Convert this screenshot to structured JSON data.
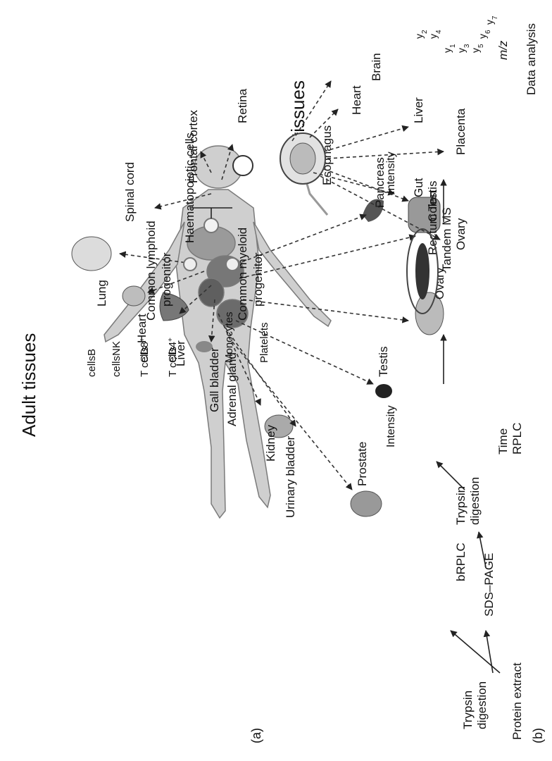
{
  "adult": {
    "title": "Adult tissues",
    "panel_label": "(a)",
    "tissues": {
      "lung": "Lung",
      "spinal_cord": "Spinal cord",
      "heart": "Heart",
      "liver": "Liver",
      "frontal_cortex": "Frontal cortex",
      "retina": "Retina",
      "esophagus": "Esophagus",
      "pancreas": "Pancreas",
      "colon": "Colon",
      "rectum": "Rectum",
      "ovary": "Ovary",
      "testis": "Testis",
      "prostate": "Prostate",
      "urinary_bladder": "Urinary bladder",
      "kidney": "Kidney",
      "adrenal_gland": "Adrenal gland",
      "gall_bladder": "Gall bladder"
    }
  },
  "fetal": {
    "title": "Fetal tissues",
    "tissues": {
      "heart": "Heart",
      "brain": "Brain",
      "liver": "Liver",
      "placenta": "Placenta",
      "testis": "Testis",
      "ovary": "Ovary",
      "gut": "Gut"
    },
    "haem": {
      "root": "Haematopoietic cells",
      "myeloid": [
        "Common myeloid",
        "progenitor"
      ],
      "lymphoid": [
        "Common lymphoid",
        "progenitor"
      ],
      "platelets": "Platelets",
      "monocytes": "Monocytes",
      "cd4": [
        "CD4",
        "+",
        "T cells"
      ],
      "cd8": [
        "CD8",
        "+",
        "T cells"
      ],
      "nk": [
        "NK",
        "cells"
      ],
      "b": [
        "B",
        "cells"
      ]
    }
  },
  "workflow": {
    "panel_label": "(b)",
    "protein_extract": "Protein extract",
    "sds_page": "SDS–PAGE",
    "trypsin_top": [
      "Trypsin",
      "digestion"
    ],
    "trypsin_bottom": [
      "Trypsin",
      "digestion"
    ],
    "brplc": "bRPLC",
    "rplc_y": "Intensity",
    "rplc_x": [
      "Time",
      "RPLC"
    ],
    "tandem_ms": "Tandem MS",
    "spectrum_y": "Intensity",
    "spectrum_x": "m/z",
    "data_analysis": "Data analysis",
    "ion_labels": [
      "y",
      "y",
      "y",
      "y",
      "y",
      "y",
      "y"
    ],
    "ion_subs": [
      "1",
      "2",
      "3",
      "4",
      "5",
      "6",
      "7"
    ]
  }
}
